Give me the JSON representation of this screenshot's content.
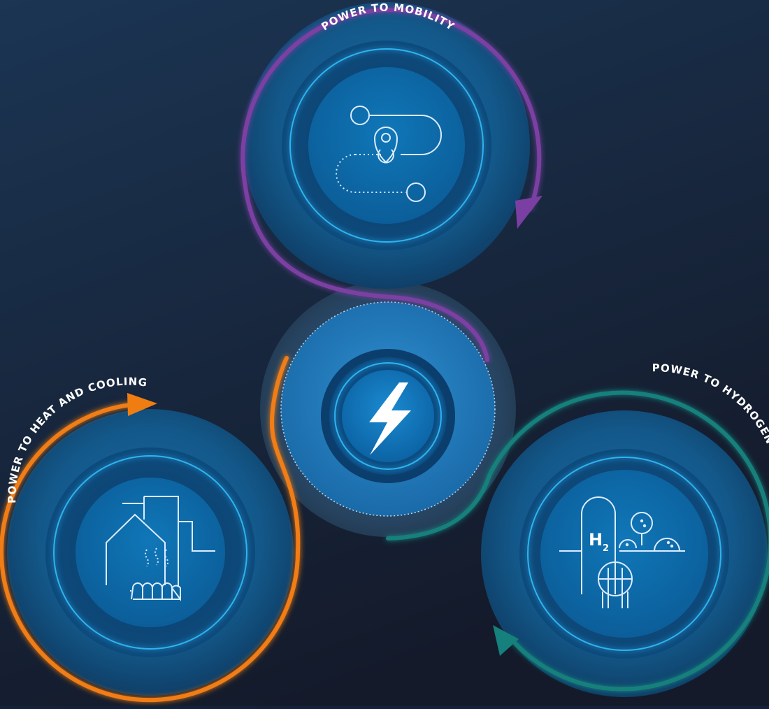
{
  "nodes": [
    {
      "id": "mobility",
      "label": "POWER TO MOBILITY",
      "icon": "route-pin-icon",
      "arc_color": "#7b3fa3"
    },
    {
      "id": "heat",
      "label": "POWER TO HEAT AND COOLING",
      "icon": "house-radiator-icon",
      "arc_color": "#f07d12"
    },
    {
      "id": "hydrogen",
      "label": "POWER TO HYDROGEN",
      "icon": "hydrogen-plant-icon",
      "arc_color": "#15807c",
      "symbol": "H",
      "subscript": "2"
    }
  ],
  "center": {
    "icon": "lightning-bolt-icon"
  },
  "colors": {
    "background_top": "#1a3452",
    "background_bottom": "#141a2a",
    "disc_outer": "#16588f",
    "disc_mid": "#0d4a7c",
    "disc_inner": "#0e66a3",
    "ring_line": "#2fb3f0",
    "icon_line": "#ffffff"
  }
}
